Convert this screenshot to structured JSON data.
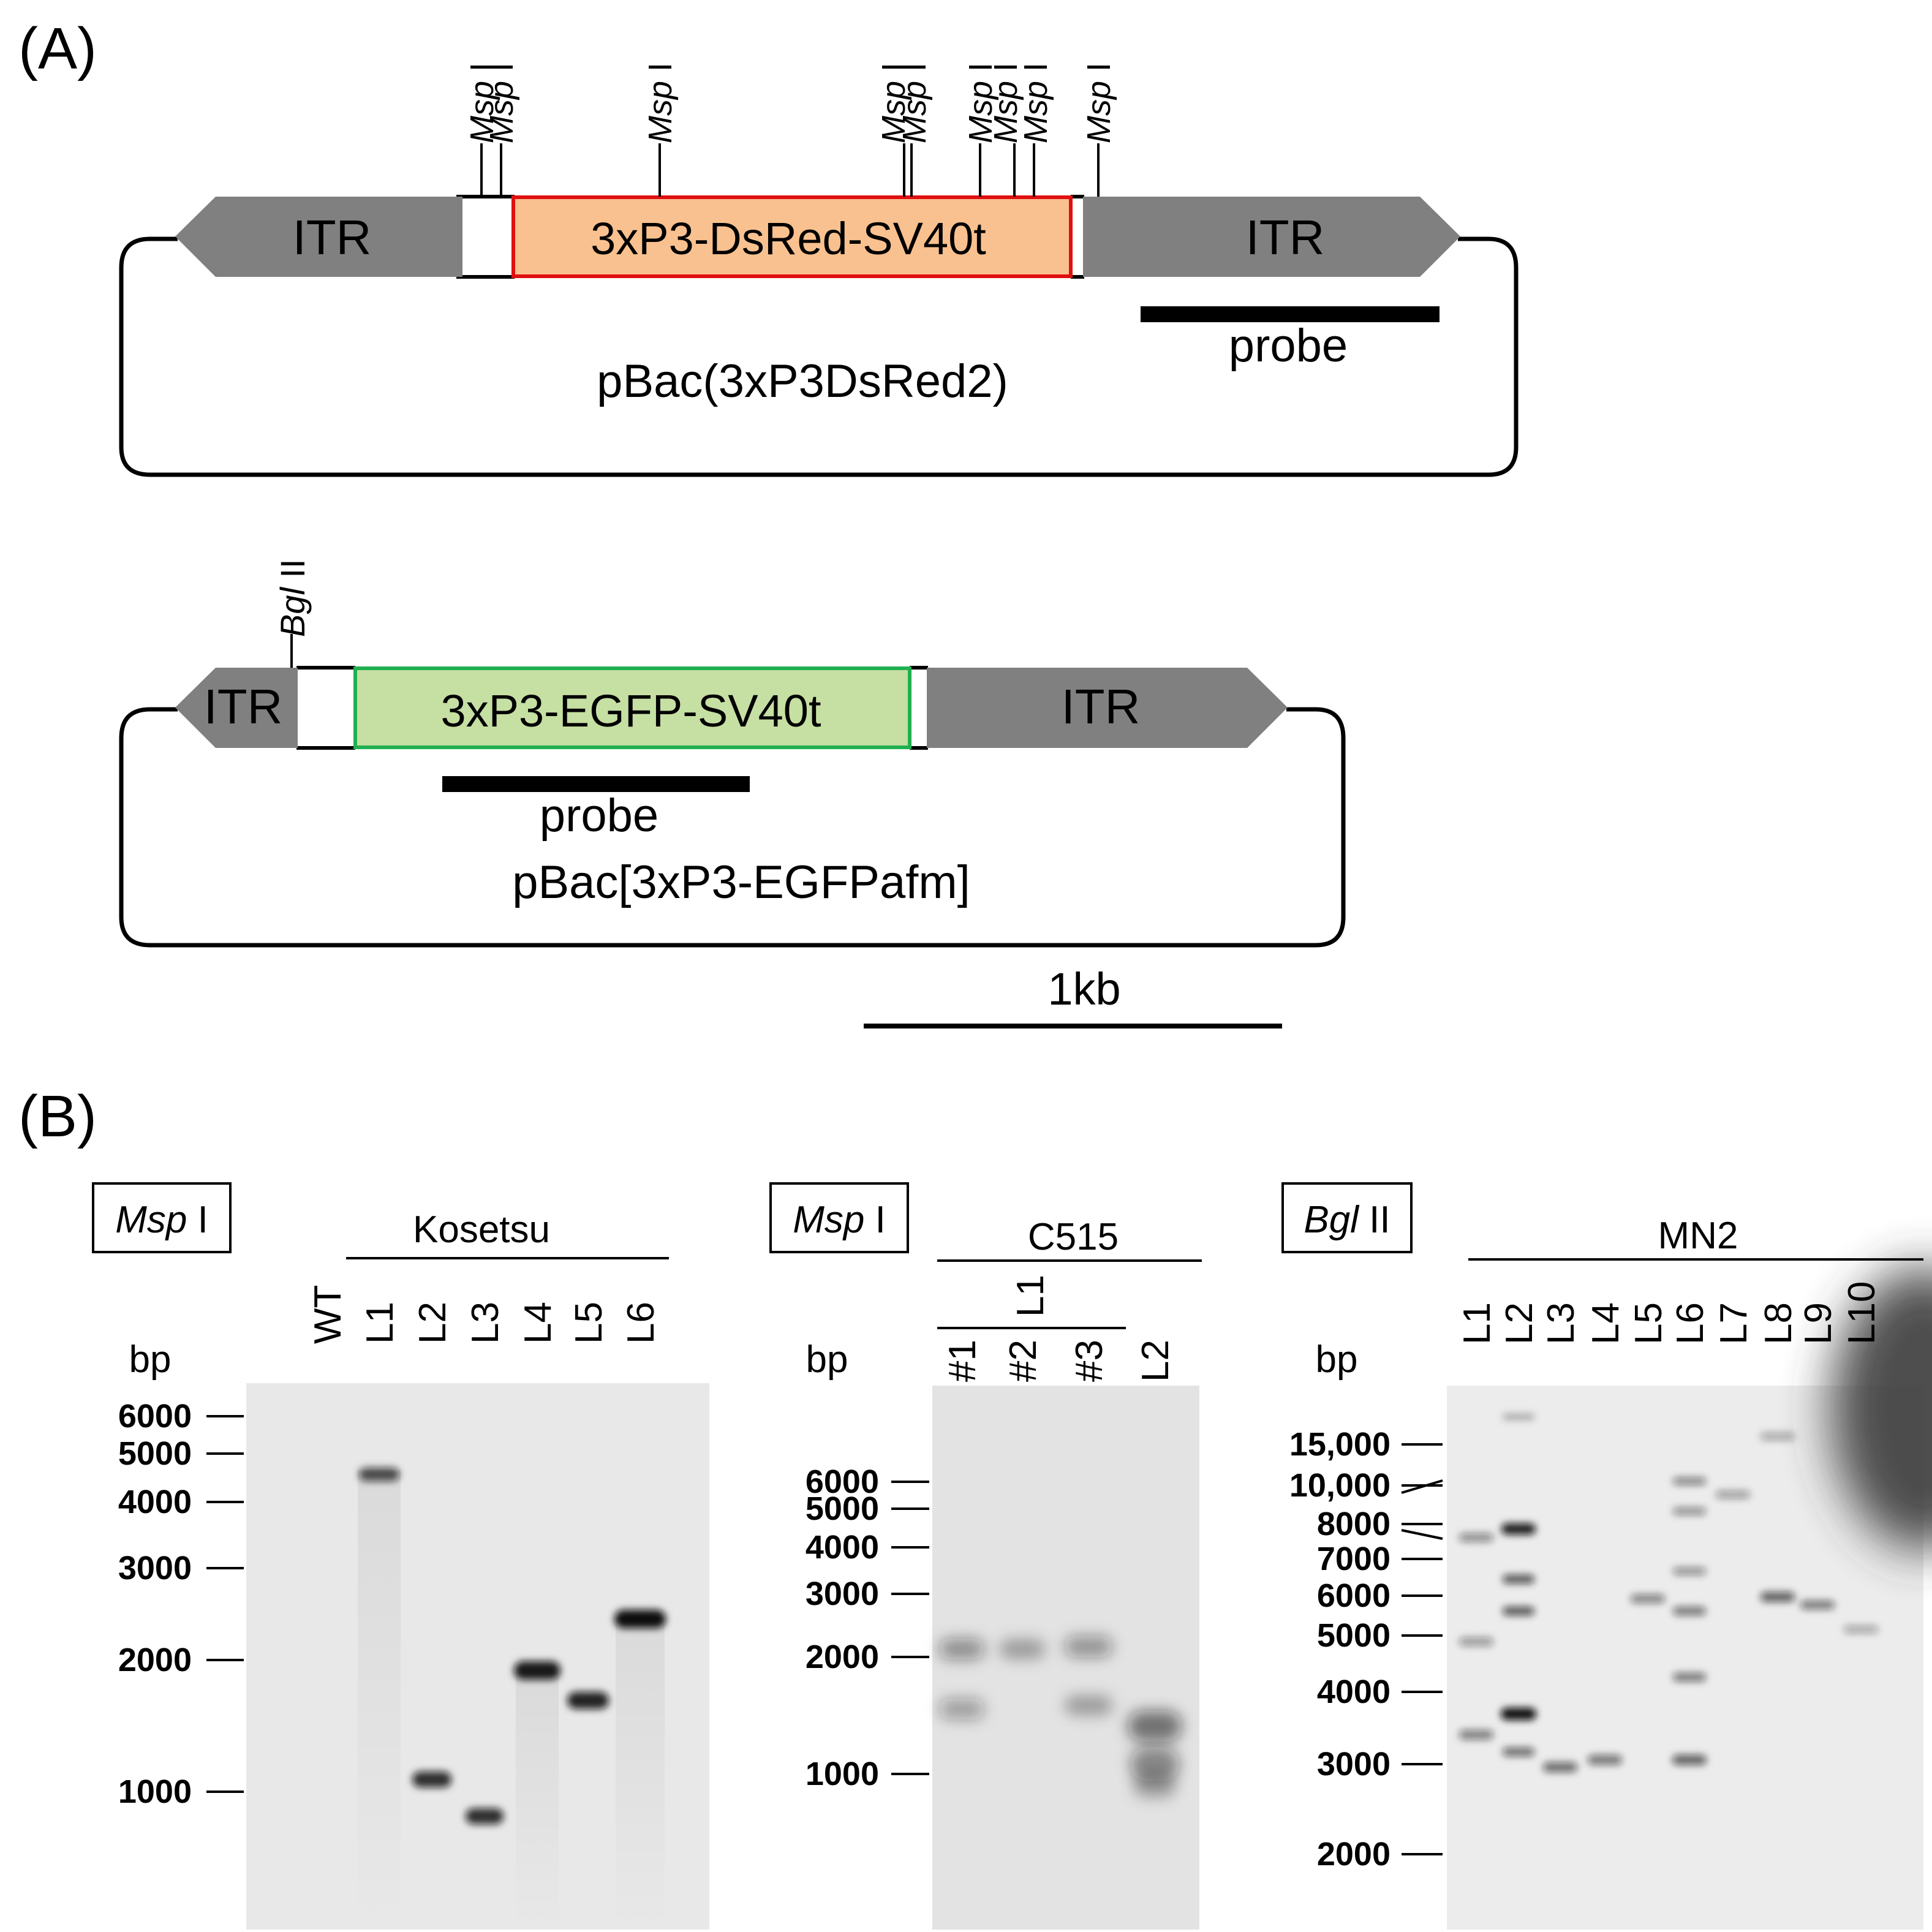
{
  "panel_a": {
    "label": "(A)",
    "construct1": {
      "name": "pBac(3xP3DsRed2)",
      "cassette": "3xP3-DsRed-SV40t",
      "itr_left": "ITR",
      "itr_right": "ITR",
      "probe": "probe",
      "cassette_fill": "#f9c18f",
      "cassette_border": "#e01010",
      "sites": [
        "Msp I",
        "Msp I",
        "Msp I",
        "Msp I",
        "Msp I",
        "Msp I",
        "Msp I",
        "Msp I",
        "Msp I"
      ]
    },
    "construct2": {
      "name": "pBac[3xP3-EGFPafm]",
      "cassette": "3xP3-EGFP-SV40t",
      "itr_left": "ITR",
      "itr_right": "ITR",
      "probe": "probe",
      "cassette_fill": "#c6dfa3",
      "cassette_border": "#20b050",
      "site": "Bgl II"
    },
    "scale_bar": "1kb",
    "itr_color": "#808080"
  },
  "panel_b": {
    "label": "(B)",
    "blot1": {
      "enzyme": "Msp I",
      "group": "Kosetsu",
      "unit": "bp",
      "lanes": [
        "WT",
        "L1",
        "L2",
        "L3",
        "L4",
        "L5",
        "L6"
      ],
      "markers": [
        "6000",
        "5000",
        "4000",
        "3000",
        "2000",
        "1000"
      ]
    },
    "blot2": {
      "enzyme": "Msp I",
      "group": "C515",
      "subgroup": "L1",
      "lanes": [
        "#1",
        "#2",
        "#3",
        "L2"
      ],
      "unit": "bp",
      "markers": [
        "6000",
        "5000",
        "4000",
        "3000",
        "2000",
        "1000"
      ]
    },
    "blot3": {
      "enzyme": "Bgl II",
      "group": "MN2",
      "unit": "bp",
      "lanes": [
        "L1",
        "L2",
        "L3",
        "L4",
        "L5",
        "L6",
        "L7",
        "L8",
        "L9",
        "L10"
      ],
      "markers": [
        "15,000",
        "10,000",
        "8000",
        "7000",
        "6000",
        "5000",
        "4000",
        "3000",
        "2000"
      ]
    }
  }
}
